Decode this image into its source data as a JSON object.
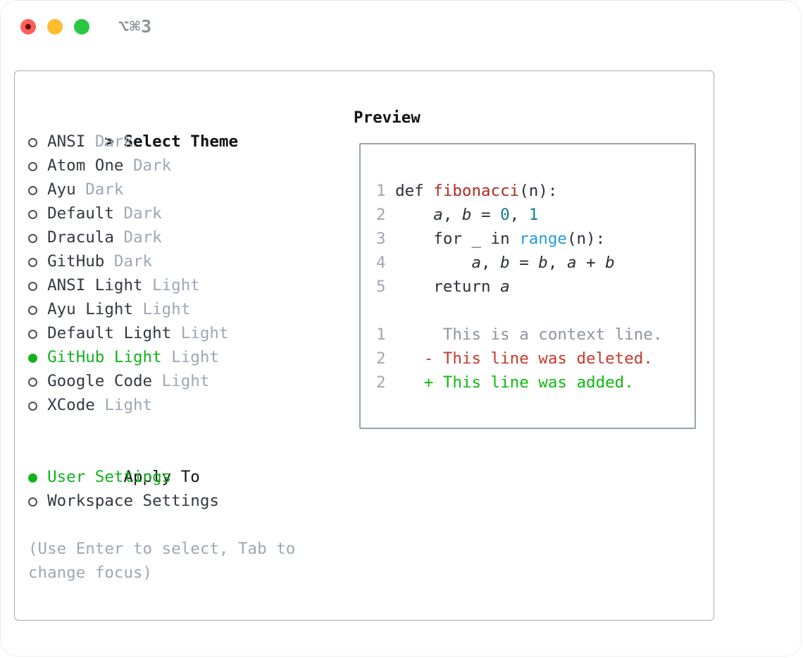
{
  "window": {
    "title": "⌥⌘3"
  },
  "titlebar": {
    "close_label": "close",
    "minimize_label": "minimize",
    "zoom_label": "zoom"
  },
  "selector": {
    "prompt": ">",
    "title": "Select Theme",
    "themes": [
      {
        "name": "ANSI",
        "suffix": "Dark",
        "selected": false
      },
      {
        "name": "Atom One",
        "suffix": "Dark",
        "selected": false
      },
      {
        "name": "Ayu",
        "suffix": "Dark",
        "selected": false
      },
      {
        "name": "Default",
        "suffix": "Dark",
        "selected": false
      },
      {
        "name": "Dracula",
        "suffix": "Dark",
        "selected": false
      },
      {
        "name": "GitHub",
        "suffix": "Dark",
        "selected": false
      },
      {
        "name": "ANSI Light",
        "suffix": "Light",
        "selected": false
      },
      {
        "name": "Ayu Light",
        "suffix": "Light",
        "selected": false
      },
      {
        "name": "Default Light",
        "suffix": "Light",
        "selected": false
      },
      {
        "name": "GitHub Light",
        "suffix": "Light",
        "selected": true
      },
      {
        "name": "Google Code",
        "suffix": "Light",
        "selected": false
      },
      {
        "name": "XCode",
        "suffix": "Light",
        "selected": false
      }
    ],
    "apply_to": {
      "title": "Apply To",
      "options": [
        {
          "label": "User Settings",
          "selected": true
        },
        {
          "label": "Workspace Settings",
          "selected": false
        }
      ]
    },
    "hint_lines": [
      "(Use Enter to select, Tab to",
      "change focus)"
    ]
  },
  "preview": {
    "title": "Preview",
    "lines": [
      {
        "num": "1",
        "segments": [
          [
            "def ",
            "code"
          ],
          [
            "fibonacci",
            "func"
          ],
          [
            "(n):",
            "code"
          ]
        ]
      },
      {
        "num": "2",
        "segments": [
          [
            "    ",
            "code"
          ],
          [
            "a",
            "var"
          ],
          [
            ", ",
            "code"
          ],
          [
            "b",
            "var"
          ],
          [
            " = ",
            "code"
          ],
          [
            "0",
            "num"
          ],
          [
            ", ",
            "code"
          ],
          [
            "1",
            "num"
          ]
        ]
      },
      {
        "num": "3",
        "segments": [
          [
            "    for _ in ",
            "code"
          ],
          [
            "range",
            "builtin"
          ],
          [
            "(n):",
            "code"
          ]
        ]
      },
      {
        "num": "4",
        "segments": [
          [
            "        ",
            "code"
          ],
          [
            "a",
            "var"
          ],
          [
            ", ",
            "code"
          ],
          [
            "b",
            "var"
          ],
          [
            " = ",
            "code"
          ],
          [
            "b",
            "var"
          ],
          [
            ", ",
            "code"
          ],
          [
            "a",
            "var"
          ],
          [
            " + ",
            "code"
          ],
          [
            "b",
            "var"
          ]
        ]
      },
      {
        "num": "5",
        "segments": [
          [
            "    return ",
            "code"
          ],
          [
            "a",
            "var"
          ]
        ]
      },
      {
        "num": "",
        "segments": []
      },
      {
        "num": "1",
        "segments": [
          [
            "     This is a context line.",
            "context"
          ]
        ]
      },
      {
        "num": "2",
        "segments": [
          [
            "   - This line was deleted.",
            "deleted"
          ]
        ]
      },
      {
        "num": "2",
        "segments": [
          [
            "   + This line was added.",
            "added"
          ]
        ]
      }
    ]
  },
  "colors": {
    "accent_green": "#12b21f",
    "added_green": "#0cbb0f",
    "deleted_red": "#c8392b",
    "function_red": "#ae2a23",
    "number_teal": "#0d7f8c",
    "builtin_blue": "#249cd8",
    "code_text": "#2b3036",
    "name_text": "#34383f",
    "heading_text": "#101214",
    "muted_text": "#9fa7b3",
    "context_text": "#8d949d",
    "bullet_outline": "#4c5158",
    "panel_border": "#a7aeb8",
    "preview_border": "#9aa2ac",
    "titlebar_red": "#ff5f57",
    "titlebar_yellow": "#febc2e",
    "titlebar_green": "#28c840",
    "title_text": "#8e939b"
  }
}
